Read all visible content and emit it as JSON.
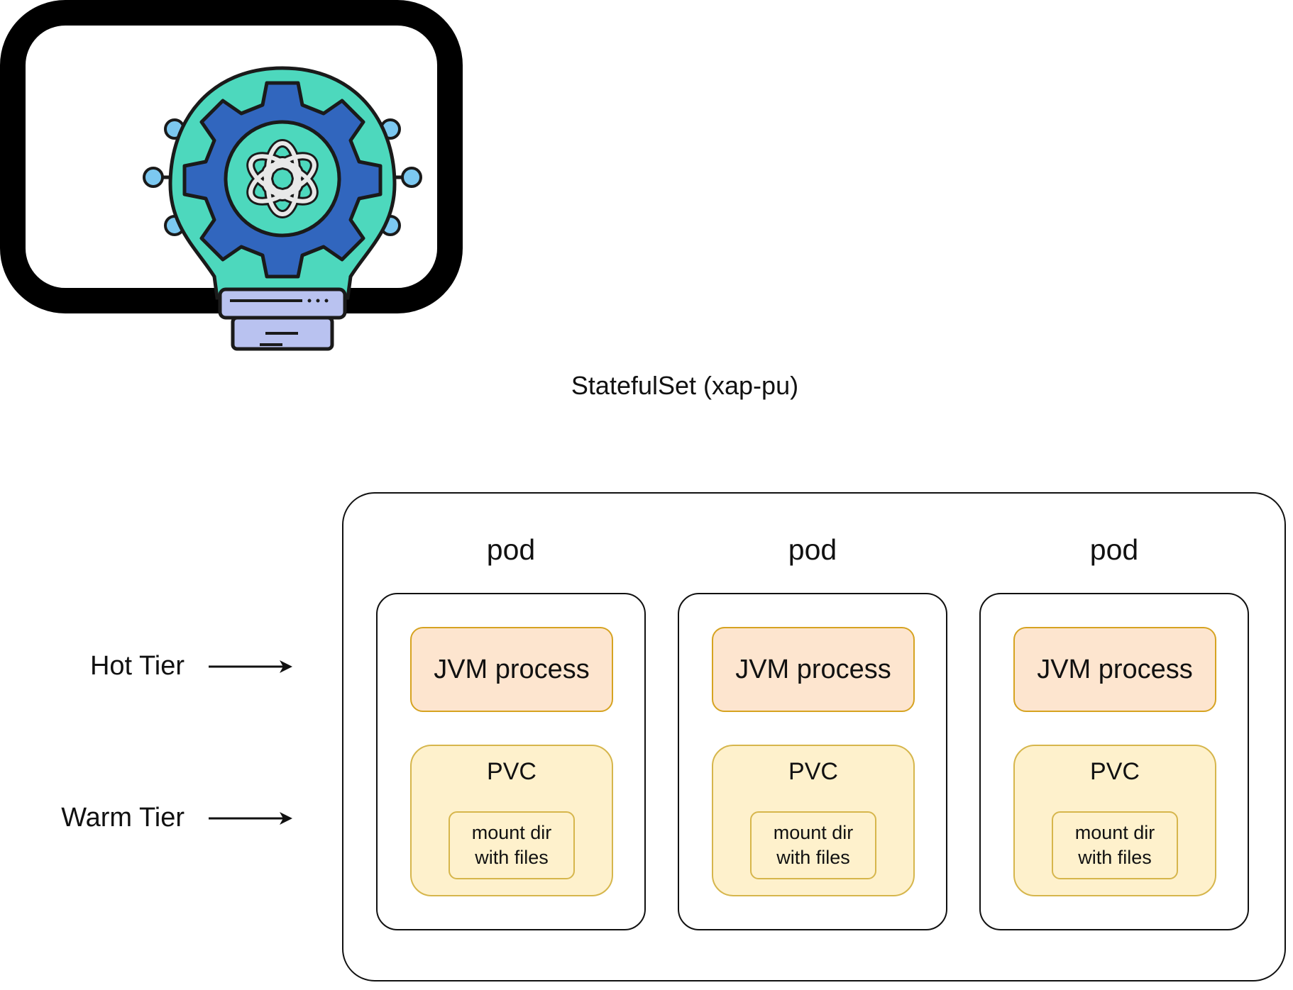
{
  "statefulset": {
    "title": "StatefulSet (xap-pu)"
  },
  "tiers": {
    "hot": "Hot Tier",
    "warm": "Warm Tier"
  },
  "pods": [
    {
      "label": "pod",
      "jvm": "JVM process",
      "pvc": "PVC",
      "mount_line1": "mount dir",
      "mount_line2": "with files"
    },
    {
      "label": "pod",
      "jvm": "JVM process",
      "pvc": "PVC",
      "mount_line1": "mount dir",
      "mount_line2": "with files"
    },
    {
      "label": "pod",
      "jvm": "JVM process",
      "pvc": "PVC",
      "mount_line1": "mount dir",
      "mount_line2": "with files"
    }
  ],
  "colors": {
    "jvm_fill": "#fde5cf",
    "jvm_border": "#d6a321",
    "pvc_fill": "#fef1cc",
    "pvc_border": "#d6b64c",
    "logo_teal": "#4dd8bd",
    "logo_blue": "#3166be",
    "logo_base": "#b9c2f0",
    "logo_node": "#7cc8f0"
  },
  "icons": {
    "logo": "lightbulb-gear-icon"
  }
}
